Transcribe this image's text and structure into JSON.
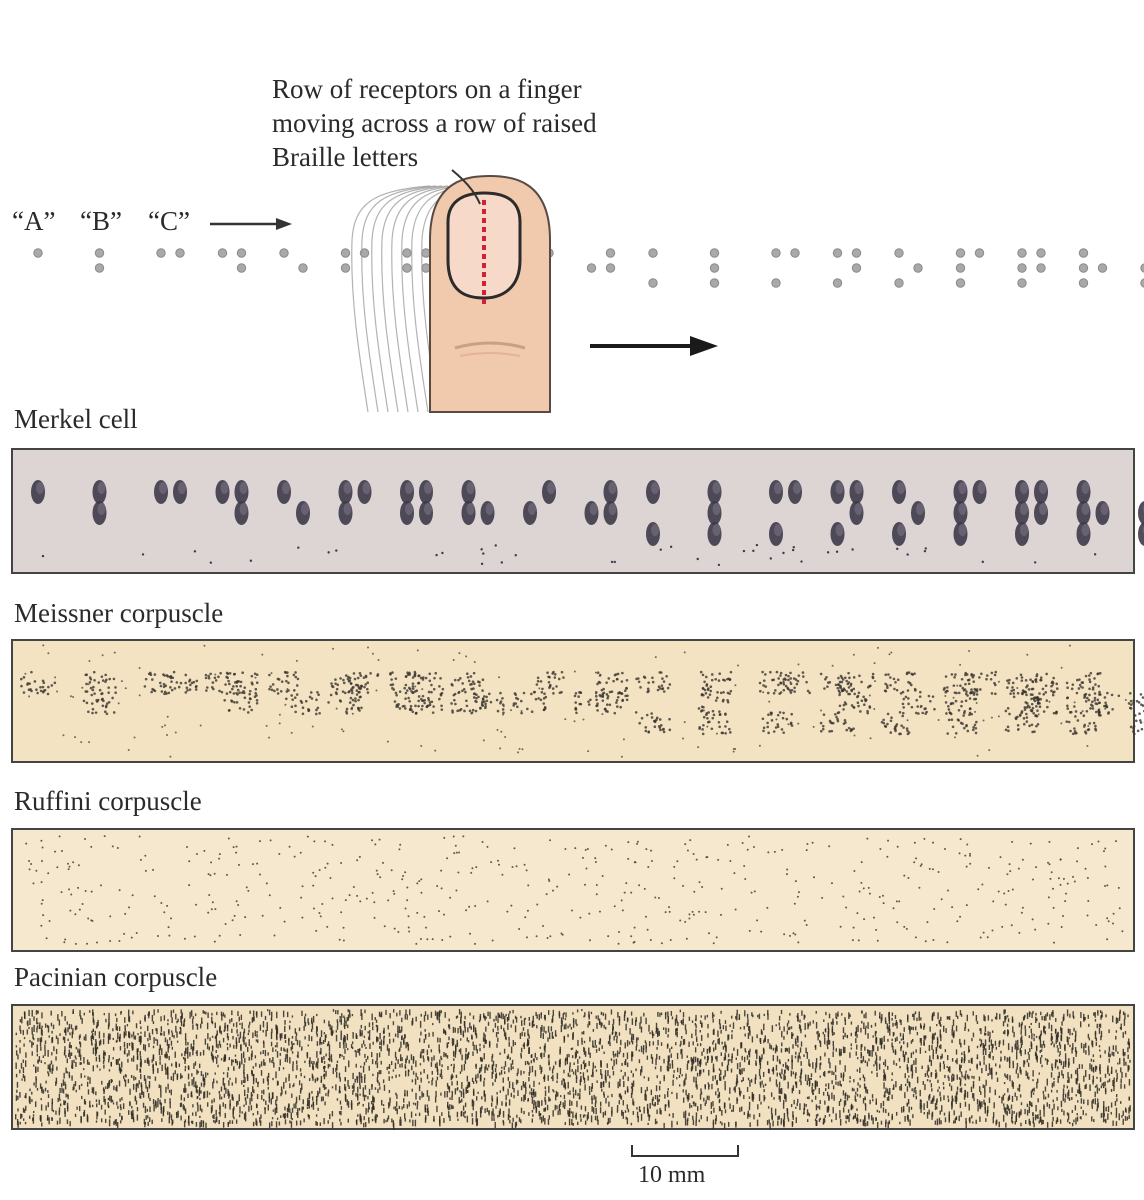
{
  "callout": {
    "line1": "Row of receptors on a finger",
    "line2": "moving across a row of raised",
    "line3": "Braille letters"
  },
  "letters": {
    "a": "“A”",
    "b": "“B”",
    "c": "“C”"
  },
  "panels": [
    {
      "label": "Merkel cell",
      "color": "#ddd4d4"
    },
    {
      "label": "Meissner corpuscle",
      "color": "#f3e3c3"
    },
    {
      "label": "Ruffini corpuscle",
      "color": "#f6e8ce"
    },
    {
      "label": "Pacinian corpuscle",
      "color": "#f1e1c0"
    }
  ],
  "scale_bar": {
    "label": "10 mm"
  },
  "braille_text": "ABCDEFGHIJKLMNOPQRSTUVWXYZ",
  "colors": {
    "skin": "#f1c9ad",
    "receptor_row": "#d0203a",
    "dot": "#a9a9a9",
    "ink": "#2a2a2a"
  }
}
